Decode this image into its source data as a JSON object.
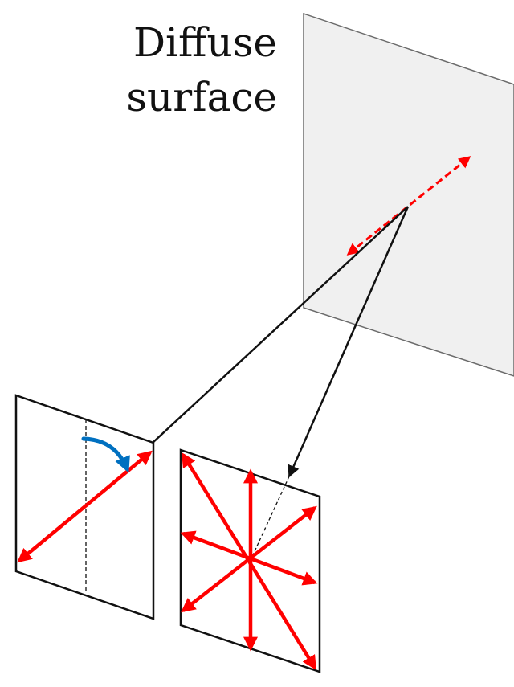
{
  "diagram": {
    "label_lines": [
      "Diffuse",
      "surface"
    ],
    "colors": {
      "surface_fill": "#f0f0f0",
      "surface_stroke": "#6b6b6b",
      "ray": "#111111",
      "polarization": "#ff0000",
      "rotation_arrow": "#0070c0"
    },
    "elements": [
      "diffuse-surface",
      "reflected-polarization-dashed",
      "ray-to-left-panel",
      "ray-to-right-panel",
      "left-panel-linear-polarization",
      "rotation-arrow",
      "right-panel-unpolarized"
    ]
  }
}
